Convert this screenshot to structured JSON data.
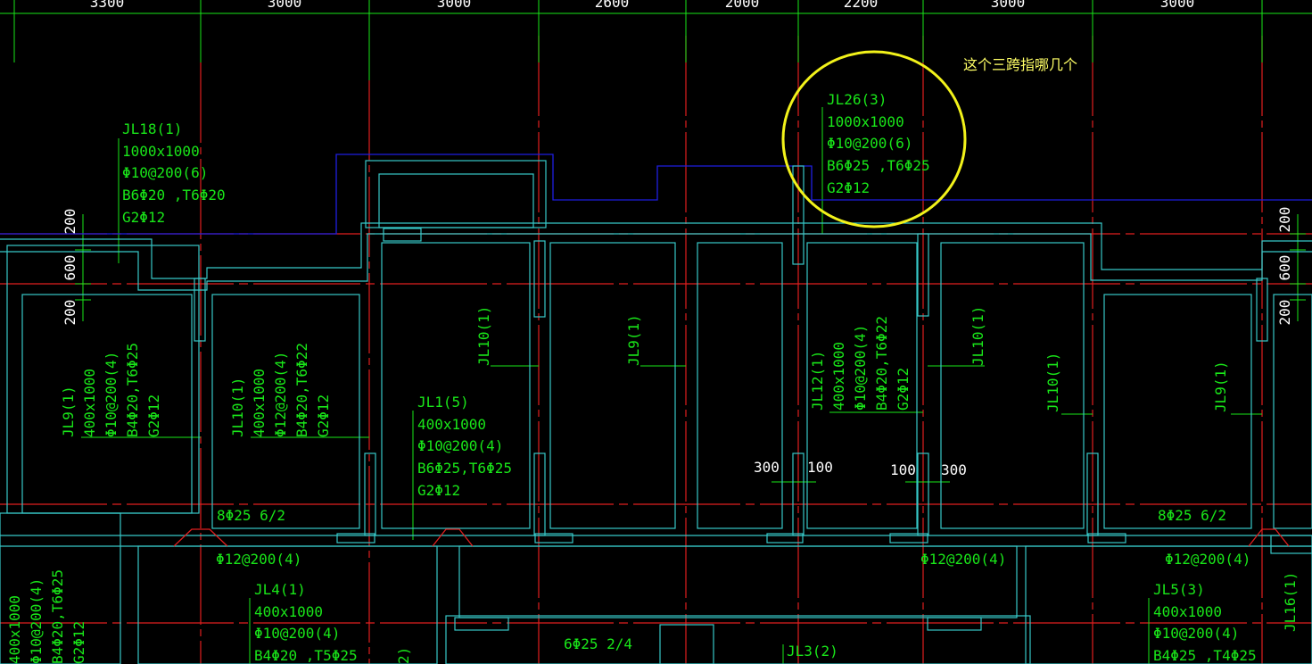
{
  "colors": {
    "background": "#000000",
    "grid_axis": "#e01f1f",
    "dim_line": "#19e619",
    "beam_outline": "#37c8c8",
    "boundary": "#1e1ee0",
    "annotation_circle": "#f2f21a",
    "label_green": "#19e619",
    "label_white": "#ffffff",
    "note_yellow": "#ffff66"
  },
  "top_dimensions": [
    "3300",
    "3000",
    "3000",
    "2600",
    "2000",
    "2200",
    "3000",
    "3000"
  ],
  "side_dimensions": {
    "left": [
      "200",
      "600",
      "200"
    ],
    "right": [
      "200",
      "600",
      "200"
    ]
  },
  "note": "这个三跨指哪几个",
  "beams": {
    "jl18": [
      "JL18(1)",
      "1000x1000",
      "Φ10@200(6)",
      "B6Φ20 ,T6Φ20",
      "G2Φ12"
    ],
    "jl26": [
      "JL26(3)",
      "1000x1000",
      "Φ10@200(6)",
      "B6Φ25 ,T6Φ25",
      "G2Φ12"
    ],
    "jl1": [
      "JL1(5)",
      "400x1000",
      "Φ10@200(4)",
      "B6Φ25,T6Φ25",
      "G2Φ12"
    ],
    "jl9_left": [
      "JL9(1)",
      "400x1000",
      "Φ10@200(4)",
      "B4Φ20,T6Φ25",
      "G2Φ12"
    ],
    "jl10_left": [
      "JL10(1)",
      "400x1000",
      "Φ12@200(4)",
      "B4Φ20,T6Φ22",
      "G2Φ12"
    ],
    "jl12": [
      "JL12(1)",
      "400x1000",
      "Φ10@200(4)",
      "B4Φ20,T6Φ22",
      "G2Φ12"
    ],
    "jl10_a": "JL10(1)",
    "jl9_mid": "JL9(1)",
    "jl10_b": "JL10(1)",
    "jl10_c": "JL10(1)",
    "jl9_right": "JL9(1)",
    "jl4": [
      "JL4(1)",
      "400x1000",
      "Φ10@200(4)",
      "B4Φ20 ,T5Φ25"
    ],
    "jl5": [
      "JL5(3)",
      "400x1000",
      "Φ10@200(4)",
      "B4Φ25 ,T4Φ25"
    ],
    "jl3": "JL3(2)",
    "jl16": "JL16(1)",
    "bottom_left_block": [
      "400x1000",
      "Φ10@200(4)",
      "B4Φ20,T6Φ25",
      "G2Φ12"
    ],
    "cut_2": "2)"
  },
  "rebar_notes": {
    "r1": "8Φ25 6/2",
    "r2": "8Φ25 6/2",
    "r3": "6Φ25 2/4",
    "s1": "Φ12@200(4)",
    "s2": "Φ12@200(4)",
    "s3": "Φ12@200(4)"
  },
  "offset_dims": {
    "left_300": "300",
    "left_100": "100",
    "right_100": "100",
    "right_300": "300"
  }
}
